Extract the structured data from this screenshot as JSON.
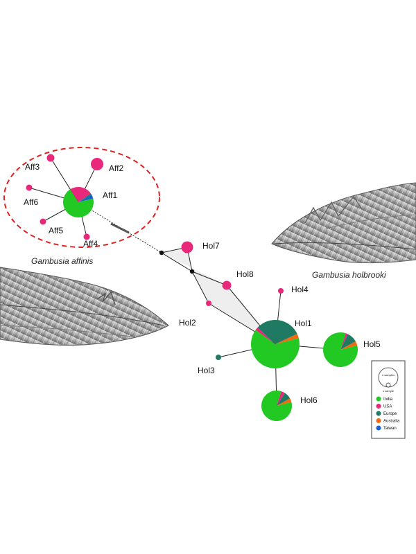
{
  "colors": {
    "India": "#22c922",
    "USA": "#e8287a",
    "Europe": "#1f7a64",
    "Australia": "#f06a10",
    "Taiwan": "#1a5fd8",
    "ellipse": "#e02020"
  },
  "species": {
    "affinis": "Gambusia affinis",
    "holbrooki": "Gambusia holbrooki"
  },
  "haplotypes": [
    {
      "id": "Aff1",
      "label": "Aff1",
      "slices": [
        [
          "India",
          0.7
        ],
        [
          "USA",
          0.24
        ],
        [
          "Europe",
          0.02
        ],
        [
          "Taiwan",
          0.04
        ]
      ]
    },
    {
      "id": "Aff2",
      "label": "Aff2",
      "slices": [
        [
          "USA",
          1
        ]
      ]
    },
    {
      "id": "Aff3",
      "label": "Aff3",
      "slices": [
        [
          "USA",
          1
        ]
      ]
    },
    {
      "id": "Aff4",
      "label": "Aff4",
      "slices": [
        [
          "USA",
          1
        ]
      ]
    },
    {
      "id": "Aff5",
      "label": "Aff5",
      "slices": [
        [
          "USA",
          1
        ]
      ]
    },
    {
      "id": "Aff6",
      "label": "Aff6",
      "slices": [
        [
          "USA",
          1
        ]
      ]
    },
    {
      "id": "Hol1",
      "label": "Hol1",
      "slices": [
        [
          "India",
          0.64
        ],
        [
          "USA",
          0.02
        ],
        [
          "Europe",
          0.31
        ],
        [
          "Australia",
          0.03
        ]
      ]
    },
    {
      "id": "Hol2",
      "label": "Hol2",
      "slices": [
        [
          "USA",
          1
        ]
      ]
    },
    {
      "id": "Hol3",
      "label": "Hol3",
      "slices": [
        [
          "Europe",
          1
        ]
      ]
    },
    {
      "id": "Hol4",
      "label": "Hol4",
      "slices": [
        [
          "USA",
          1
        ]
      ]
    },
    {
      "id": "Hol5",
      "label": "Hol5",
      "slices": [
        [
          "India",
          0.84
        ],
        [
          "USA",
          0.02
        ],
        [
          "Europe",
          0.1
        ],
        [
          "Australia",
          0.04
        ]
      ]
    },
    {
      "id": "Hol6",
      "label": "Hol6",
      "slices": [
        [
          "India",
          0.84
        ],
        [
          "USA",
          0.04
        ],
        [
          "Europe",
          0.08
        ],
        [
          "Australia",
          0.04
        ]
      ]
    },
    {
      "id": "Hol7",
      "label": "Hol7",
      "slices": [
        [
          "USA",
          1
        ]
      ]
    },
    {
      "id": "Hol8",
      "label": "Hol8",
      "slices": [
        [
          "USA",
          1
        ]
      ]
    }
  ],
  "legend": {
    "size_caption_top": "n samples",
    "size_caption_bottom": "1 sample",
    "items": [
      {
        "label": "India",
        "color_key": "India"
      },
      {
        "label": "USA",
        "color_key": "USA"
      },
      {
        "label": "Europe",
        "color_key": "Europe"
      },
      {
        "label": "Australia",
        "color_key": "Australia"
      },
      {
        "label": "Taiwan",
        "color_key": "Taiwan"
      }
    ]
  }
}
